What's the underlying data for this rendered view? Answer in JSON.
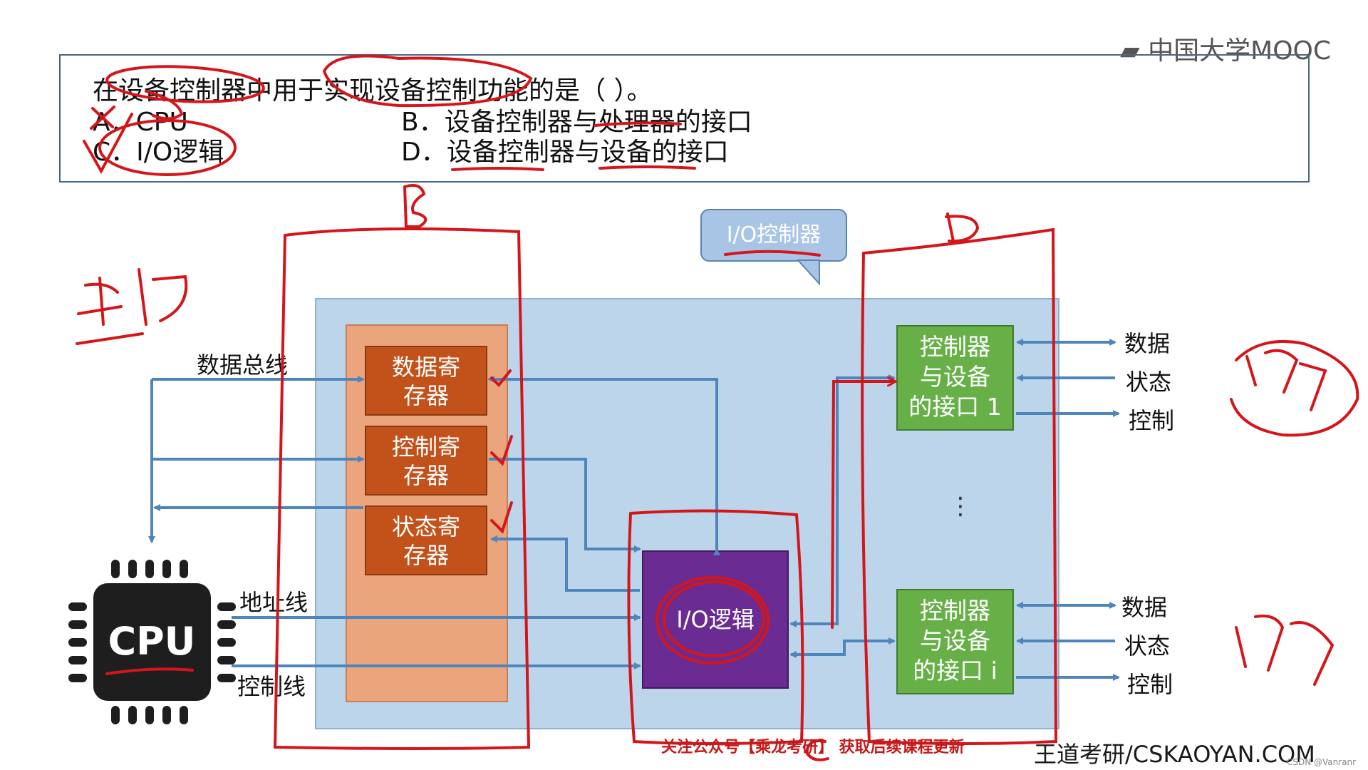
{
  "brand": {
    "logo": "中国大学MOOC"
  },
  "question": {
    "stem": "在设备控制器中用于实现设备控制功能的是（   ）。",
    "options": {
      "A": "A．CPU",
      "B": "B．设备控制器与处理器的接口",
      "C": "C．I/O逻辑",
      "D": "D．设备控制器与设备的接口"
    }
  },
  "diagram": {
    "callout": "I/O控制器",
    "registers": [
      "数据寄\n存器",
      "控制寄\n存器",
      "状态寄\n存器"
    ],
    "io_logic": "I/O逻辑",
    "interface_1": "控制器\n与设备\n的接口 1",
    "interface_i": "控制器\n与设备\n的接口 i",
    "ellipsis": "⋮",
    "cpu_label": "CPU",
    "bus_labels": {
      "data_bus": "数据总线",
      "address_line": "地址线",
      "control_line": "控制线"
    },
    "device_signals_1": [
      "数据",
      "状态",
      "控制"
    ],
    "device_signals_i": [
      "数据",
      "状态",
      "控制"
    ]
  },
  "colors": {
    "board": "#bcd5ea",
    "register_panel": "#eba57c",
    "register": "#c2511a",
    "io_logic": "#6a2b93",
    "interface": "#67b048",
    "arrow": "#4f85bd",
    "annotation": "#d4161b"
  },
  "footer": {
    "promo": "关注公众号【乘龙考研】 获取后续课程更新",
    "site": "王道考研/CSKAOYAN.COM",
    "credit": "CSDN @Vanranr"
  }
}
